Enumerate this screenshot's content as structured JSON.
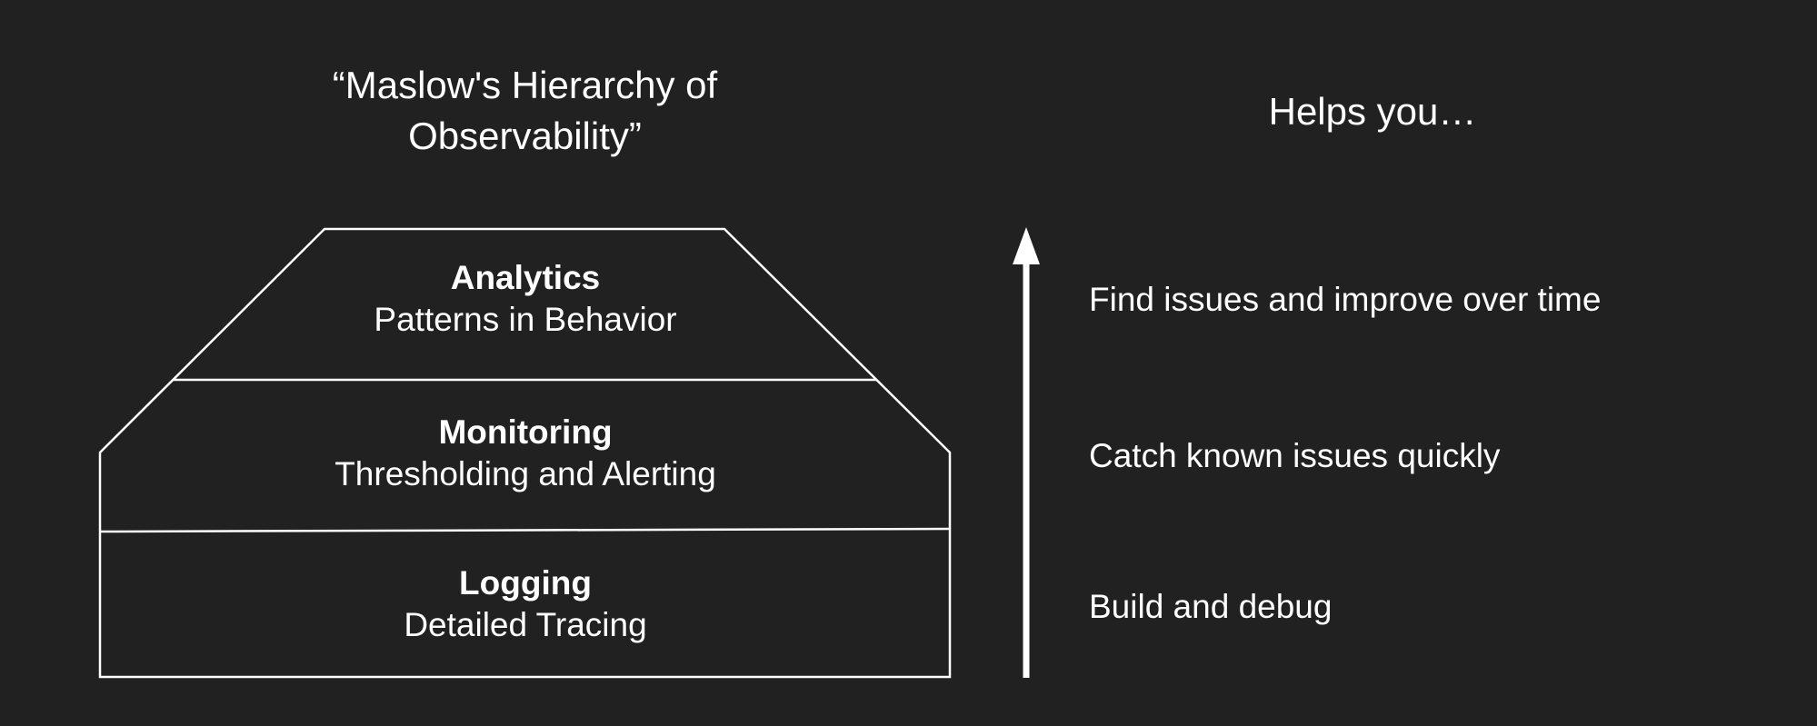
{
  "title": {
    "line1": "“Maslow's Hierarchy of",
    "line2": "Observability”"
  },
  "helps_title": "Helps you…",
  "tiers": [
    {
      "name": "Analytics",
      "description": "Patterns in Behavior"
    },
    {
      "name": "Monitoring",
      "description": "Thresholding and Alerting"
    },
    {
      "name": "Logging",
      "description": "Detailed Tracing"
    }
  ],
  "benefits": [
    "Find issues and improve over time",
    "Catch known issues quickly",
    "Build and debug"
  ],
  "colors": {
    "background": "#212121",
    "foreground": "#ffffff"
  },
  "icons": {
    "arrow": "up-arrow"
  }
}
